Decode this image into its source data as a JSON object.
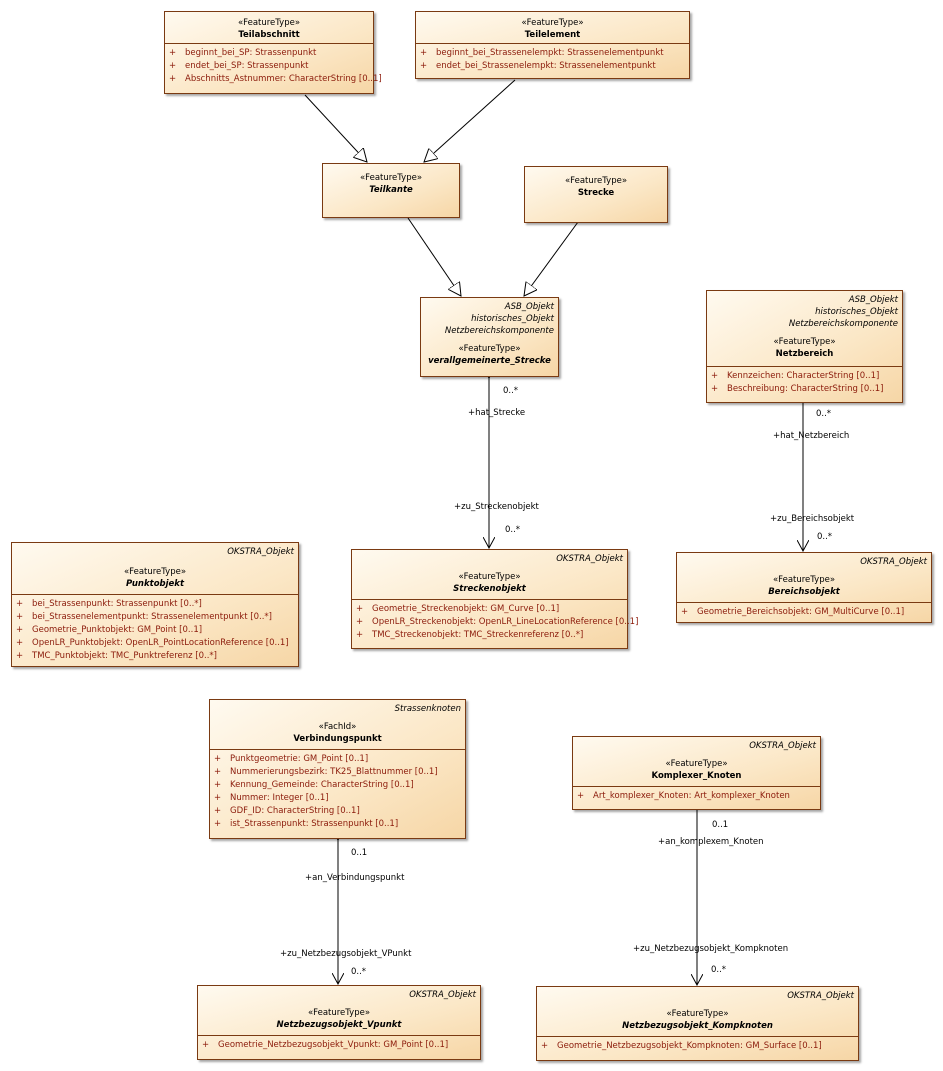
{
  "classes": {
    "teilabschnitt": {
      "stereotype": "«FeatureType»",
      "name": "Teilabschnitt",
      "attributes": [
        "beginnt_bei_SP: Strassenpunkt",
        "endet_bei_SP: Strassenpunkt",
        "Abschnitts_Astnummer: CharacterString [0..1]"
      ]
    },
    "teilelement": {
      "stereotype": "«FeatureType»",
      "name": "Teilelement",
      "attributes": [
        "beginnt_bei_Strassenelempkt: Strassenelementpunkt",
        "endet_bei_Strassenelempkt: Strassenelementpunkt"
      ]
    },
    "teilkante": {
      "stereotype": "«FeatureType»",
      "name": "Teilkante"
    },
    "strecke": {
      "stereotype": "«FeatureType»",
      "name": "Strecke"
    },
    "verallgemeinerte_strecke": {
      "tags": [
        "ASB_Objekt",
        "historisches_Objekt",
        "Netzbereichskomponente"
      ],
      "stereotype": "«FeatureType»",
      "name": "verallgemeinerte_Strecke"
    },
    "netzbereich": {
      "tags": [
        "ASB_Objekt",
        "historisches_Objekt",
        "Netzbereichskomponente"
      ],
      "stereotype": "«FeatureType»",
      "name": "Netzbereich",
      "attributes": [
        "Kennzeichen: CharacterString [0..1]",
        "Beschreibung: CharacterString [0..1]"
      ]
    },
    "punktobjekt": {
      "tag": "OKSTRA_Objekt",
      "stereotype": "«FeatureType»",
      "name": "Punktobjekt",
      "attributes": [
        "bei_Strassenpunkt: Strassenpunkt [0..*]",
        "bei_Strassenelementpunkt: Strassenelementpunkt [0..*]",
        "Geometrie_Punktobjekt: GM_Point [0..1]",
        "OpenLR_Punktobjekt: OpenLR_PointLocationReference [0..1]",
        "TMC_Punktobjekt: TMC_Punktreferenz [0..*]"
      ]
    },
    "streckenobjekt": {
      "tag": "OKSTRA_Objekt",
      "stereotype": "«FeatureType»",
      "name": "Streckenobjekt",
      "attributes": [
        "Geometrie_Streckenobjekt: GM_Curve [0..1]",
        "OpenLR_Streckenobjekt: OpenLR_LineLocationReference [0..1]",
        "TMC_Streckenobjekt: TMC_Streckenreferenz [0..*]"
      ]
    },
    "bereichsobjekt": {
      "tag": "OKSTRA_Objekt",
      "stereotype": "«FeatureType»",
      "name": "Bereichsobjekt",
      "attributes": [
        "Geometrie_Bereichsobjekt: GM_MultiCurve [0..1]"
      ]
    },
    "verbindungspunkt": {
      "tag": "Strassenknoten",
      "stereotype": "«FachId»",
      "name": "Verbindungspunkt",
      "attributes": [
        "Punktgeometrie: GM_Point [0..1]",
        "Nummerierungsbezirk: TK25_Blattnummer [0..1]",
        "Kennung_Gemeinde: CharacterString [0..1]",
        "Nummer: Integer [0..1]",
        "GDF_ID: CharacterString [0..1]",
        "ist_Strassenpunkt: Strassenpunkt [0..1]"
      ]
    },
    "komplexer_knoten": {
      "tag": "OKSTRA_Objekt",
      "stereotype": "«FeatureType»",
      "name": "Komplexer_Knoten",
      "attributes": [
        "Art_komplexer_Knoten: Art_komplexer_Knoten"
      ]
    },
    "netzbezugsobjekt_vpunkt": {
      "tag": "OKSTRA_Objekt",
      "stereotype": "«FeatureType»",
      "name": "Netzbezugsobjekt_Vpunkt",
      "attributes": [
        "Geometrie_Netzbezugsobjekt_Vpunkt: GM_Point [0..1]"
      ]
    },
    "netzbezugsobjekt_kompknoten": {
      "tag": "OKSTRA_Objekt",
      "stereotype": "«FeatureType»",
      "name": "Netzbezugsobjekt_Kompknoten",
      "attributes": [
        "Geometrie_Netzbezugsobjekt_Kompknoten: GM_Surface [0..1]"
      ]
    }
  },
  "associations": {
    "hat_strecke": {
      "role_top": "+hat_Strecke",
      "mult_top": "0..*",
      "role_bottom": "+zu_Streckenobjekt",
      "mult_bottom": "0..*"
    },
    "hat_netzbereich": {
      "role_top": "+hat_Netzbereich",
      "mult_top": "0..*",
      "role_bottom": "+zu_Bereichsobjekt",
      "mult_bottom": "0..*"
    },
    "an_verbindungspunkt": {
      "role_top": "+an_Verbindungspunkt",
      "mult_top": "0..1",
      "role_bottom": "+zu_Netzbezugsobjekt_VPunkt",
      "mult_bottom": "0..*"
    },
    "an_komplexem_knoten": {
      "role_top": "+an_komplexem_Knoten",
      "mult_top": "0..1",
      "role_bottom": "+zu_Netzbezugsobjekt_Kompknoten",
      "mult_bottom": "0..*"
    }
  },
  "plus_sign": "+"
}
